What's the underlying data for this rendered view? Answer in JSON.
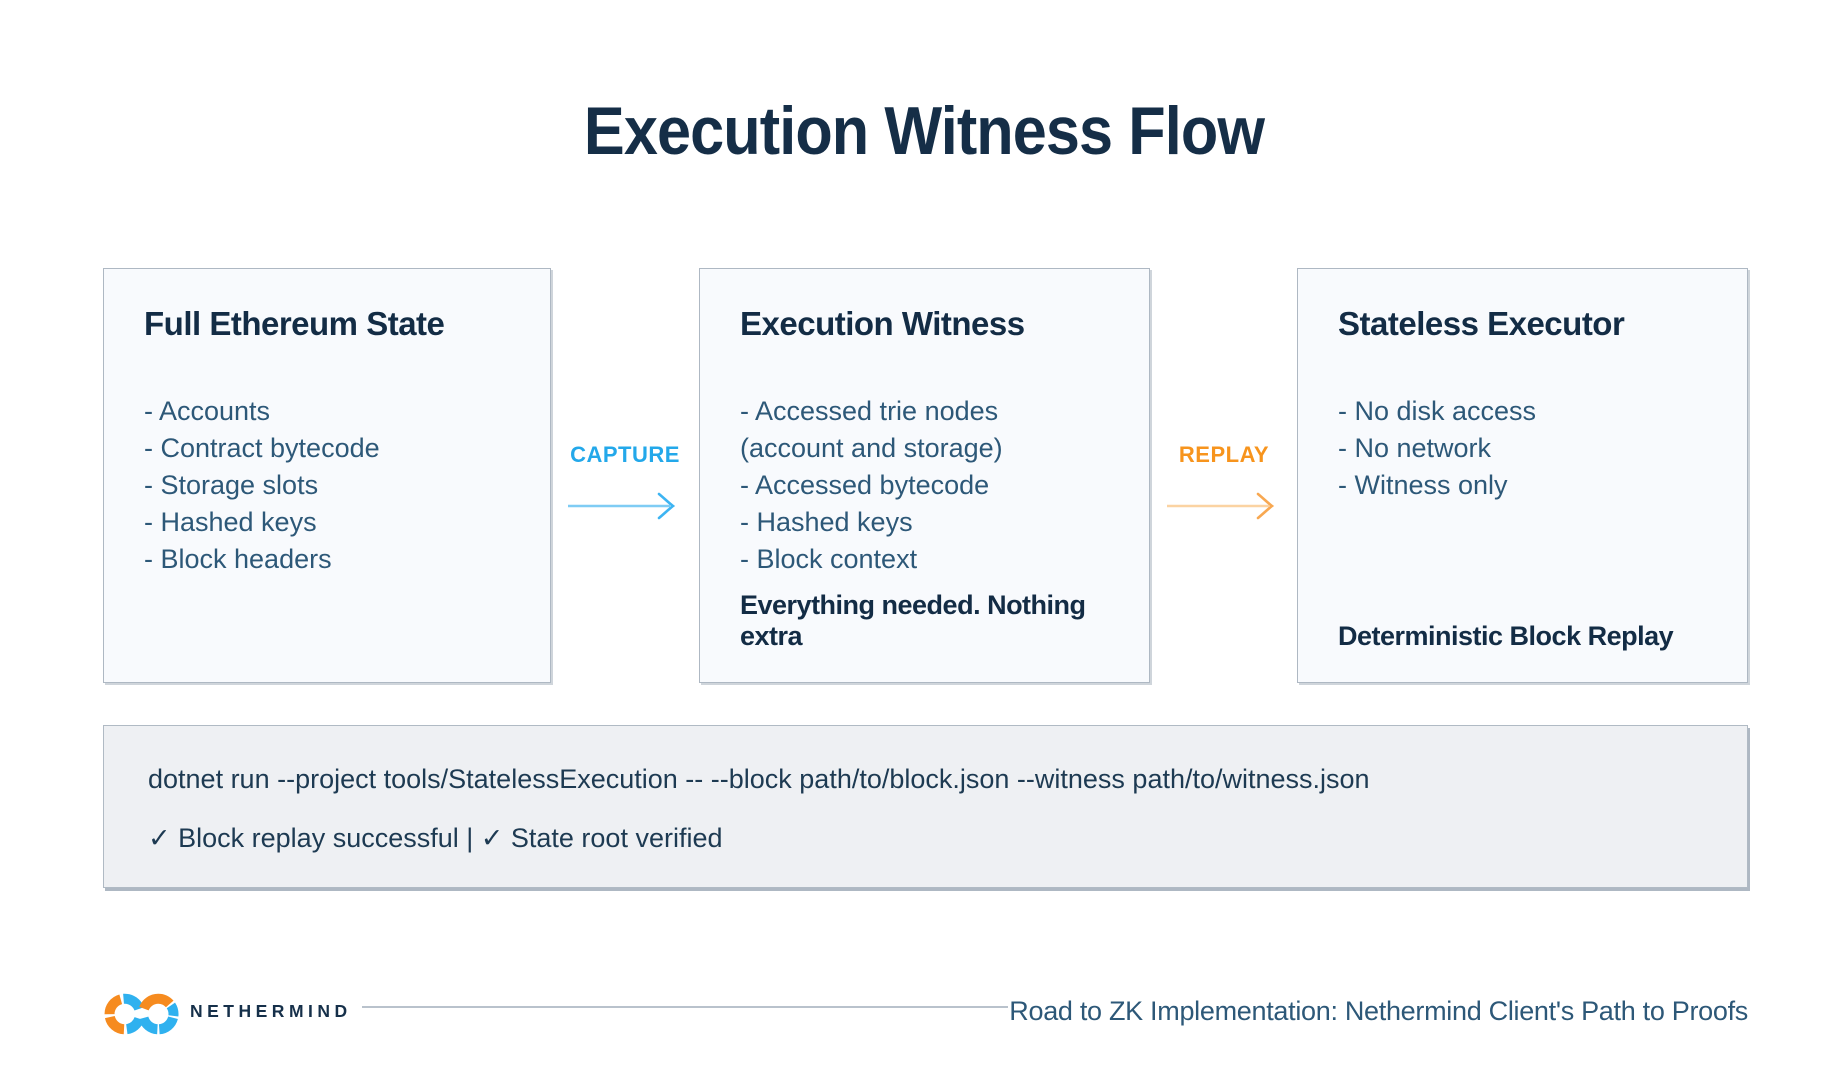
{
  "title": "Execution Witness Flow",
  "cards": [
    {
      "heading": "Full Ethereum State",
      "items": [
        "- Accounts",
        "- Contract bytecode",
        "- Storage slots",
        "- Hashed keys",
        "- Block headers"
      ]
    },
    {
      "heading": "Execution Witness",
      "items": [
        "- Accessed trie nodes (account and storage)",
        "- Accessed bytecode",
        "- Hashed keys",
        "- Block context"
      ],
      "note": "Everything needed. Nothing extra"
    },
    {
      "heading": "Stateless Executor",
      "items": [
        "- No disk access",
        "- No network",
        "- Witness only"
      ],
      "note": "Deterministic Block Replay"
    }
  ],
  "arrows": {
    "capture": {
      "label": "CAPTURE",
      "label_color": "#23a8ea",
      "line_color": "#7fccf4"
    },
    "replay": {
      "label": "REPLAY",
      "label_color": "#f7941d",
      "line_color": "#fbd3a2"
    }
  },
  "terminal": {
    "command": "dotnet run --project tools/StatelessExecution -- --block path/to/block.json --witness path/to/witness.json",
    "result": "✓ Block replay successful | ✓ State root verified"
  },
  "footer": {
    "brand": "NETHERMIND",
    "caption": "Road to ZK Implementation: Nethermind Client's Path to Proofs"
  },
  "colors": {
    "heading_navy": "#132c45",
    "body_steel_blue": "#2d5878",
    "accent_blue": "#23a8ea",
    "accent_orange": "#f7941d",
    "card_background": "#f8fafd",
    "card_border": "#aeb8c3",
    "terminal_background": "#eef0f3",
    "logo_orange": "#f68b1f",
    "logo_blue": "#2fb1ef"
  }
}
